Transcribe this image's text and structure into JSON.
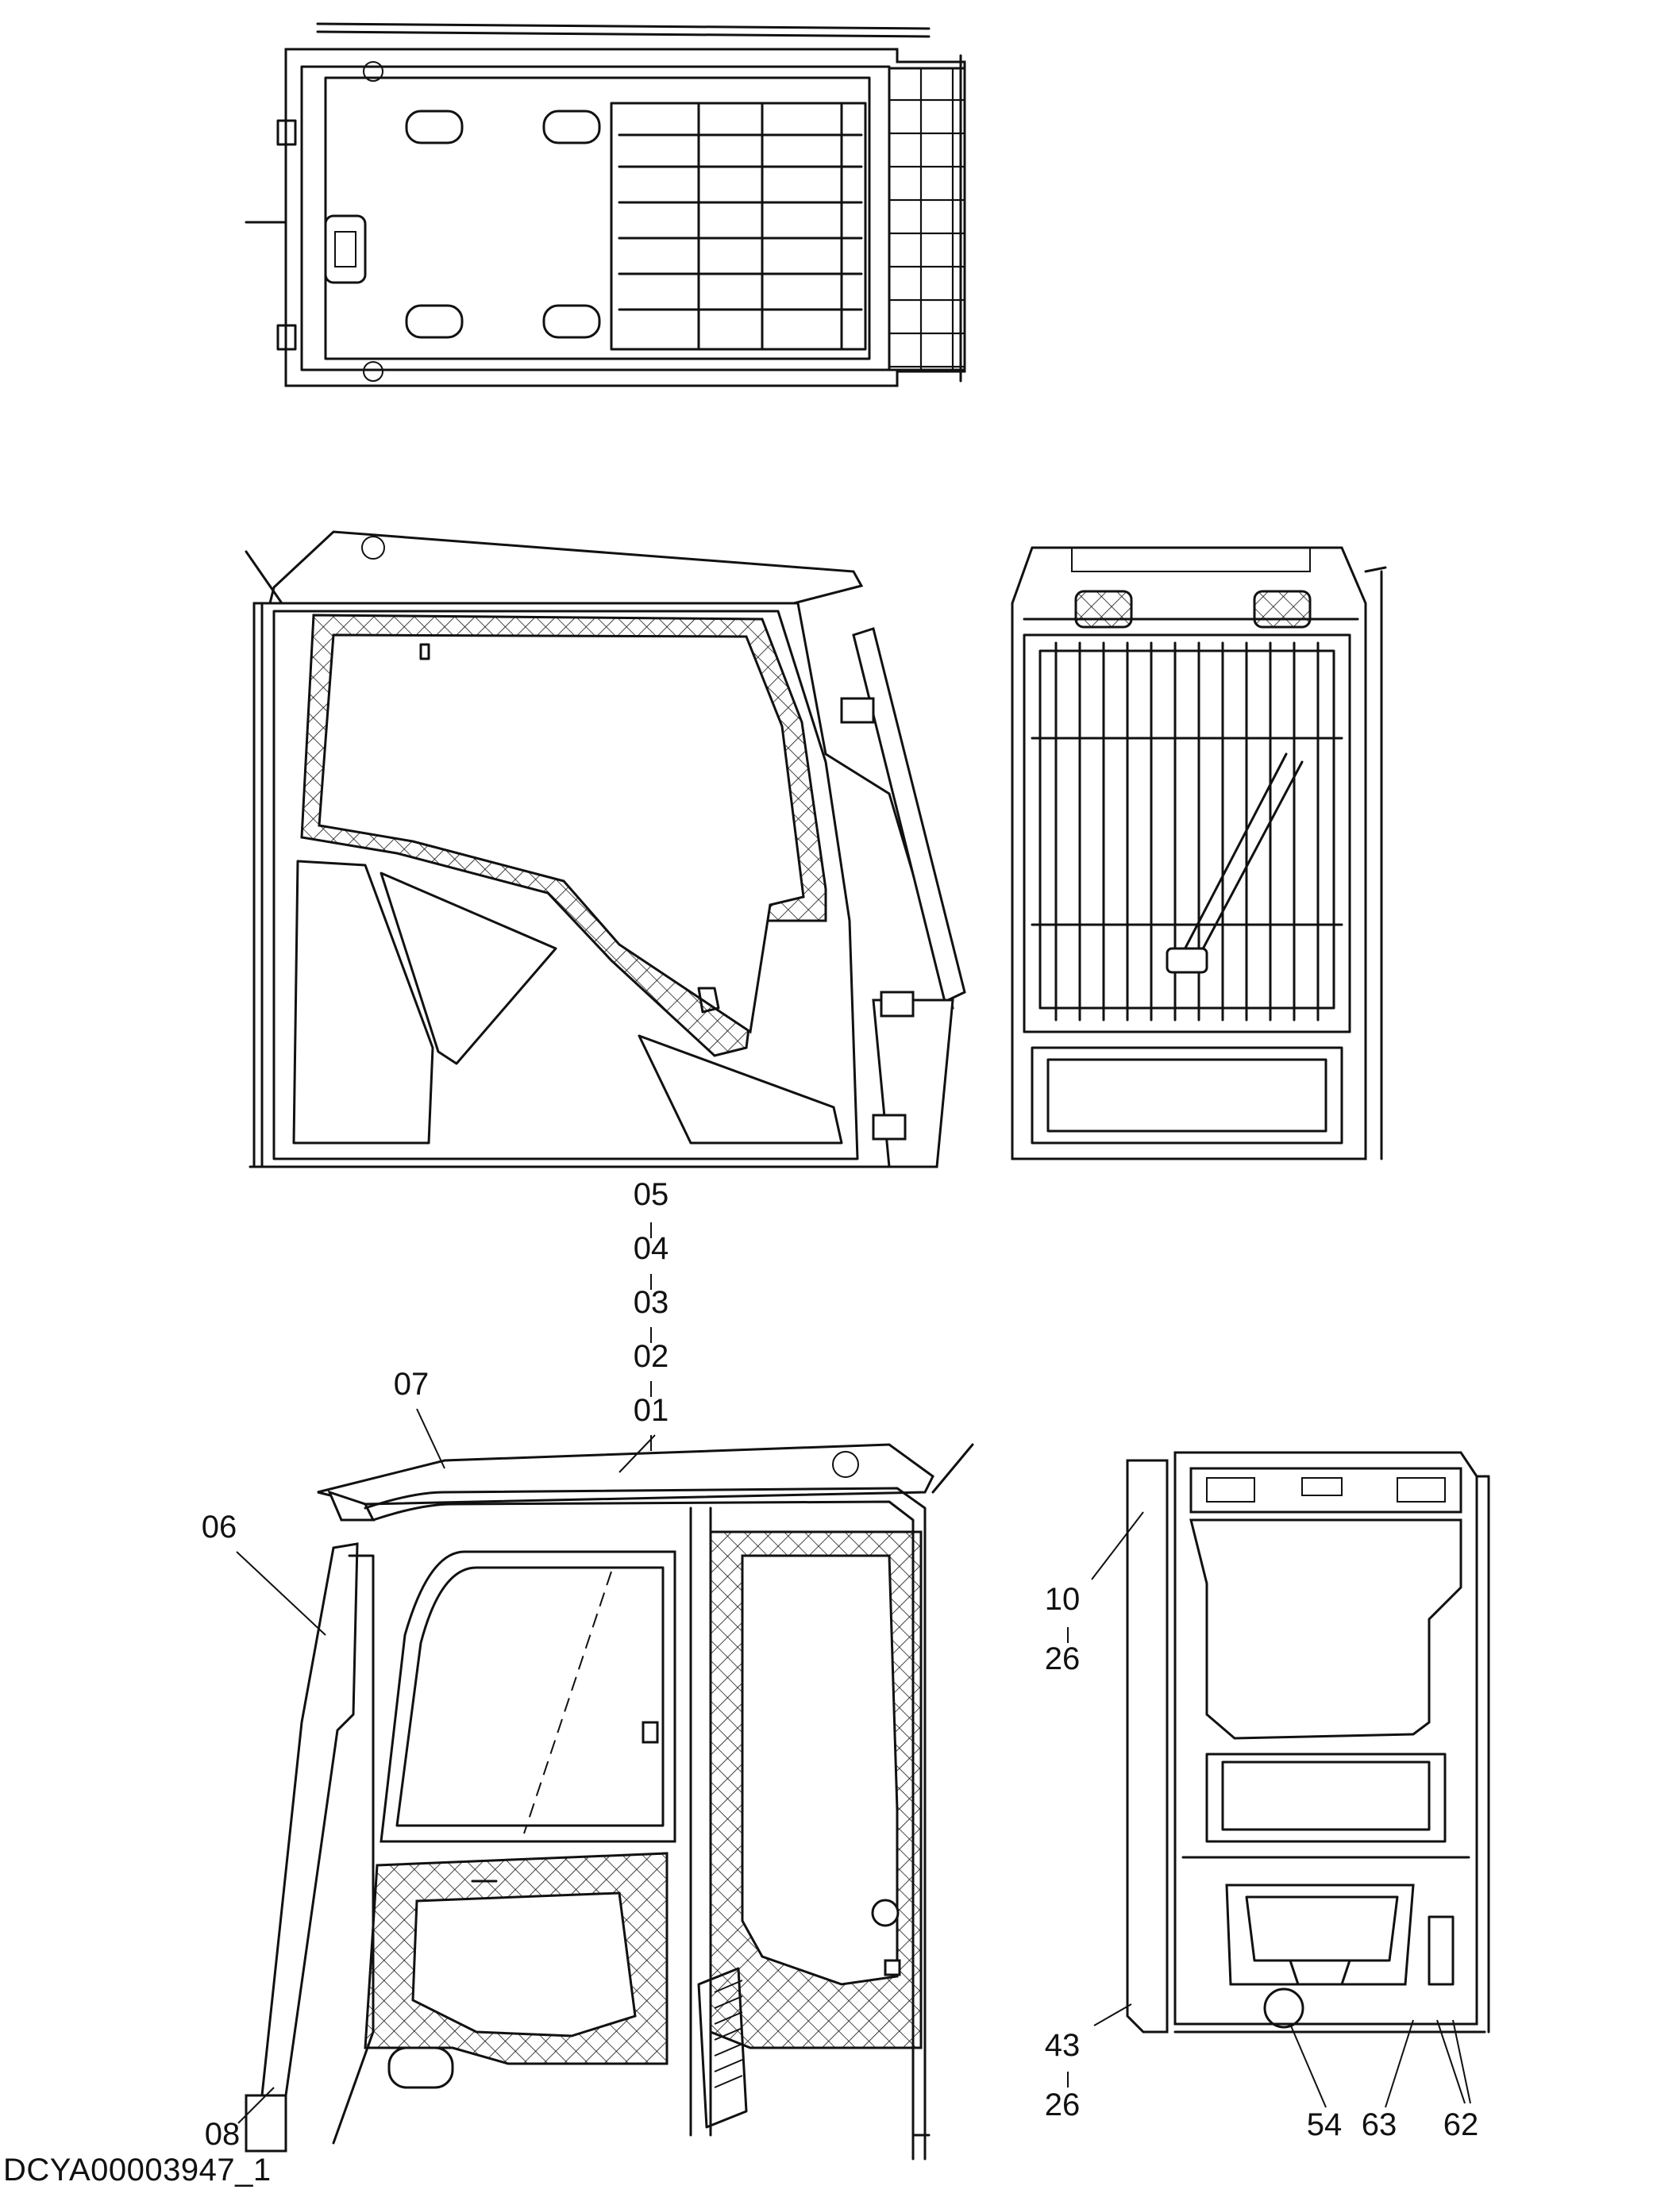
{
  "drawing_code": "DCYA00003947_1",
  "callouts": {
    "stack_center": [
      "05",
      "04",
      "03",
      "02",
      "01"
    ],
    "roof": "07",
    "left_pillar": "06",
    "lower_left": "08",
    "rear_top_a": "10",
    "rear_top_b": "26",
    "rear_bottom_a": "43",
    "rear_bottom_b": "26",
    "rear_54": "54",
    "rear_63": "63",
    "rear_62": "62"
  },
  "line_color": "#111111",
  "background_color": "#ffffff"
}
